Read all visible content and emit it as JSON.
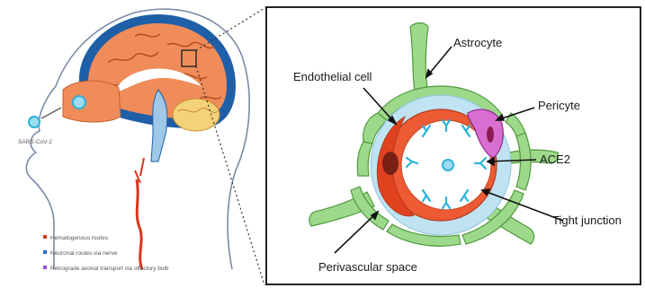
{
  "head_panel": {
    "virus_label": "SARS-CoV-2",
    "legend": [
      {
        "marker": "red",
        "text": "Hematogenous routes"
      },
      {
        "marker": "blue",
        "text": "Neuronal routes via nerve"
      },
      {
        "marker": "purple",
        "text": "Retrograde axonal transport via olfactory bulb"
      }
    ]
  },
  "zoom_panel": {
    "labels": {
      "astrocyte": "Astrocyte",
      "endothelial_cell": "Endothelial cell",
      "pericyte": "Pericyte",
      "ace2": "ACE2",
      "tight_junction": "Tight junction",
      "perivascular_space": "Perivascular space"
    }
  },
  "colors": {
    "astrocyte_green": "#9ed98b",
    "perivascular_blue": "#bfe3f2",
    "endothelium_red": "#ee5a33",
    "nucleus_dark": "#7a1f14",
    "pericyte_pink": "#d86fd0",
    "receptor_cyan": "#2ab3d9",
    "brain_orange": "#f08c5a",
    "brain_blue": "#1f5fa8",
    "cerebellum_yellow": "#f3d27a"
  }
}
